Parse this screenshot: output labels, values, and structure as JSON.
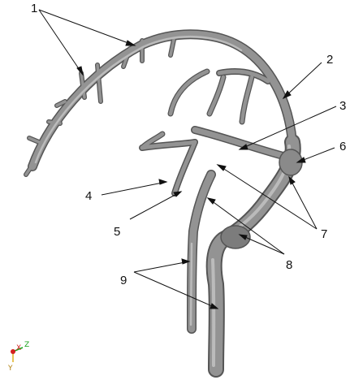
{
  "labels": [
    {
      "id": "1",
      "text": "1"
    },
    {
      "id": "2",
      "text": "2"
    },
    {
      "id": "3",
      "text": "3"
    },
    {
      "id": "4",
      "text": "4"
    },
    {
      "id": "5",
      "text": "5"
    },
    {
      "id": "6",
      "text": "6"
    },
    {
      "id": "7",
      "text": "7"
    },
    {
      "id": "8",
      "text": "8"
    },
    {
      "id": "9",
      "text": "9"
    }
  ],
  "orientation": {
    "x": "X",
    "y": "Y",
    "z": "Z"
  },
  "colors": {
    "vessel_fill": "#8f8f8f",
    "vessel_edge": "#5a5a5a",
    "vessel_highlight": "#c4c4c4",
    "label_color": "#111111",
    "axis_x": "#d42020",
    "axis_y": "#e0b020",
    "axis_z": "#18a018"
  }
}
